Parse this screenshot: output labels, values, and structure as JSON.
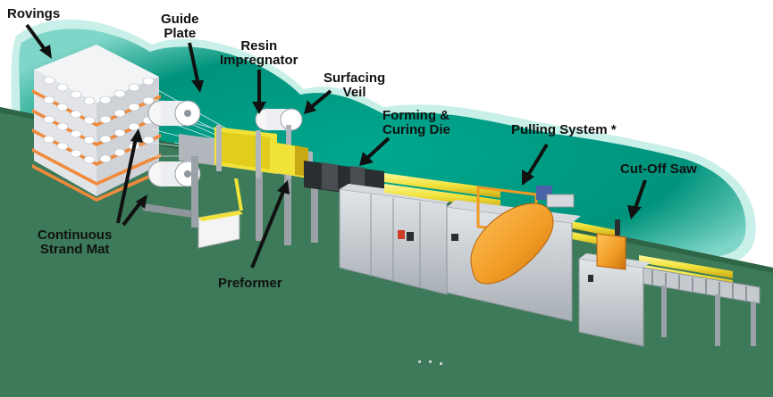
{
  "colors": {
    "background_green": "#008f7a",
    "floor_green": "#3d7a59",
    "machine_gray": "#b9bfc4",
    "machine_dark": "#8e959b",
    "profile_yellow": "#f1e23a",
    "puller_orange": "#f09a24",
    "roving_orange": "#f08a3c",
    "label_black": "#111111"
  },
  "labels": {
    "rovings": "Rovings",
    "guide_plate": "Guide\nPlate",
    "resin_impregnator": "Resin\nImpregnator",
    "surfacing_veil": "Surfacing\nVeil",
    "forming_curing_die": "Forming &\nCuring Die",
    "pulling_system": "Pulling System *",
    "cut_off_saw": "Cut-Off Saw",
    "continuous_strand_mat": "Continuous\nStrand Mat",
    "preformer": "Preformer"
  }
}
